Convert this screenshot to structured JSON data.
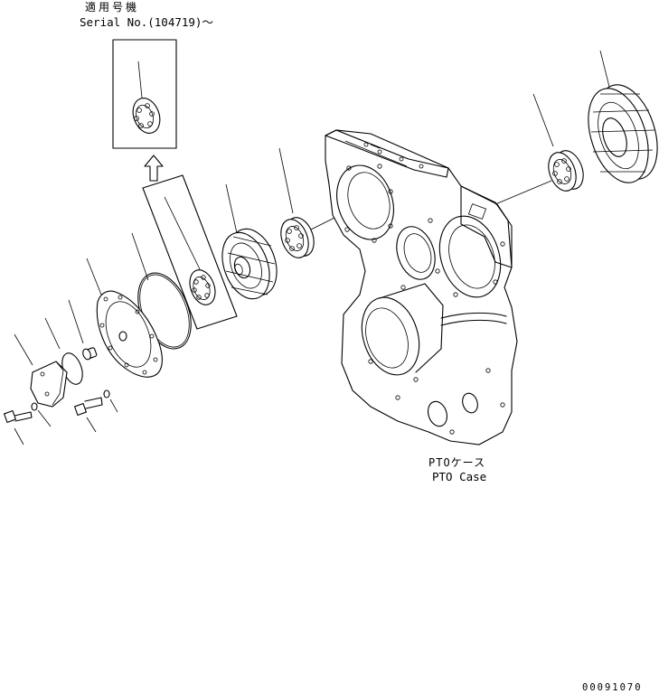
{
  "applicability": {
    "japanese": "適用号機",
    "serial": "Serial No.(104719)～"
  },
  "case_label": {
    "japanese": "PTOケース",
    "english": "PTO Case"
  },
  "drawing_number": "00091070"
}
